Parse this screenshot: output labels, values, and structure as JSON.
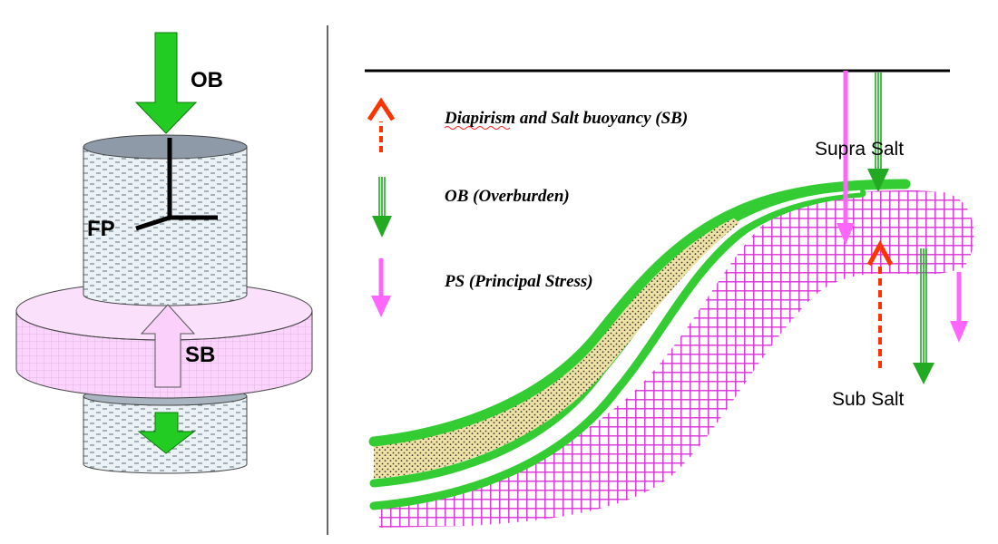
{
  "left_panel": {
    "labels": {
      "ob": "OB",
      "fp": "FP",
      "sb": "SB"
    }
  },
  "right_panel": {
    "legend": [
      {
        "icon": "dashed-red-up-arrow",
        "text_first": "Diapirism",
        "text_rest": " and Salt buoyancy (SB)"
      },
      {
        "icon": "green-down-arrow",
        "text_first": "OB (Overburden)",
        "text_rest": ""
      },
      {
        "icon": "pink-down-arrow",
        "text_first": "PS (Principal Stress)",
        "text_rest": ""
      }
    ],
    "labels": {
      "supra_salt": "Supra Salt",
      "sub_salt": "Sub Salt"
    }
  },
  "colors": {
    "overburden_green": "#22bb22",
    "stress_pink": "#ff66ff",
    "buoyancy_red": "#ff3300",
    "salt_hatch": "#dd33dd",
    "cylinder_fill": "#e8f0f4",
    "cylinder_top": "#8e9aa8",
    "salt_disk": "#fad2fa",
    "sand_fill": "#efe2a8"
  }
}
